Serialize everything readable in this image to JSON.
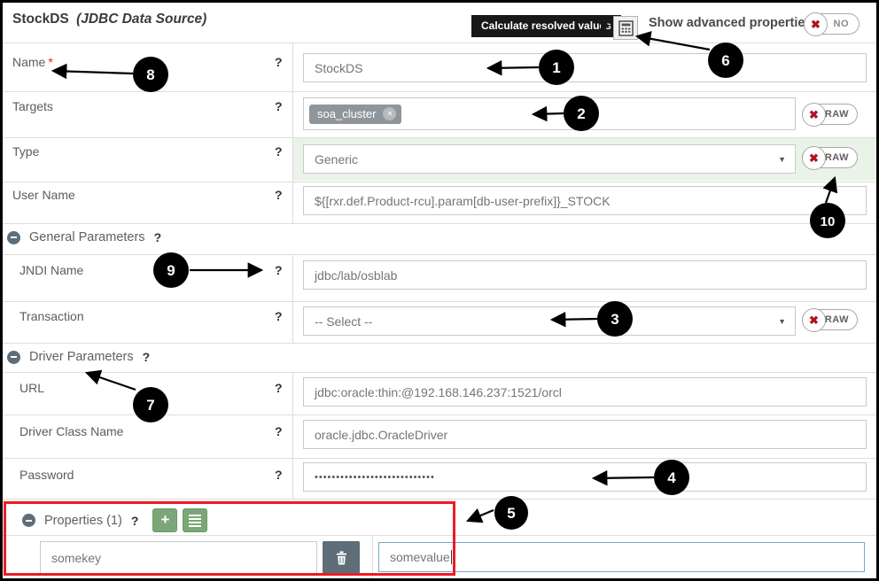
{
  "header": {
    "title": "StockDS",
    "subtitle": "(JDBC Data Source)",
    "tooltip_label": "Calculate resolved values",
    "advanced_label": "Show advanced properties",
    "toggle_state": "NO"
  },
  "help": "?",
  "raw_label": "RAW",
  "icons": {
    "toggle_x": "✖",
    "tag_close": "✕",
    "select_caret": "▼",
    "plus": "+"
  },
  "fields": {
    "name": {
      "label": "Name",
      "required": "*",
      "value": "StockDS"
    },
    "targets": {
      "label": "Targets",
      "tag": "soa_cluster"
    },
    "type": {
      "label": "Type",
      "value": "Generic"
    },
    "user_name": {
      "label": "User Name",
      "value": "${[rxr.def.Product-rcu].param[db-user-prefix]}_STOCK"
    },
    "jndi_name": {
      "label": "JNDI Name",
      "value": "jdbc/lab/osblab"
    },
    "transaction": {
      "label": "Transaction",
      "value": "-- Select --"
    },
    "url": {
      "label": "URL",
      "value": "jdbc:oracle:thin:@192.168.146.237:1521/orcl"
    },
    "driver_class": {
      "label": "Driver Class Name",
      "value": "oracle.jdbc.OracleDriver"
    },
    "password": {
      "label": "Password",
      "value": "••••••••••••••••••••••••••••"
    }
  },
  "sections": {
    "general": {
      "label": "General Parameters"
    },
    "driver": {
      "label": "Driver Parameters"
    },
    "properties": {
      "label": "Properties (1)",
      "key_value": "somekey",
      "value_value": "somevalue"
    }
  },
  "badges": [
    "1",
    "2",
    "3",
    "4",
    "5",
    "6",
    "7",
    "8",
    "9",
    "10"
  ],
  "colors": {
    "accent_green_button": "#7ba677",
    "slate": "#5d6e79",
    "type_highlight": "#eaf3e7",
    "red_annotation": "#ec1c24",
    "crimson_x": "#ad1421",
    "tag_grey": "#8f969b",
    "value_input_border": "#74aacd"
  }
}
